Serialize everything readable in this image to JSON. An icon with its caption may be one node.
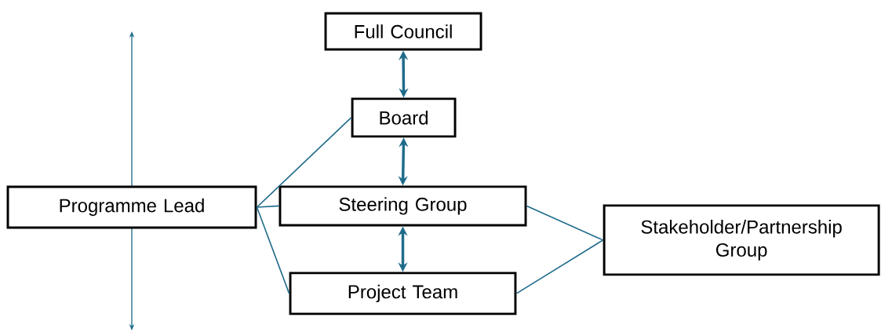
{
  "diagram": {
    "nodes": [
      {
        "text": [
          "Full Council"
        ]
      },
      {
        "text": [
          "Board"
        ]
      },
      {
        "text": [
          "Programme Lead"
        ]
      },
      {
        "text": [
          "Steering Group"
        ]
      },
      {
        "text": [
          "Stakeholder/Partnership Group"
        ]
      },
      {
        "text": [
          "Project Team"
        ]
      }
    ],
    "edges": [
      {
        "from": 0,
        "to": 1,
        "arrow": "both",
        "style": "thick"
      },
      {
        "from": 1,
        "to": 3,
        "arrow": "both",
        "style": "thick"
      },
      {
        "from": 3,
        "to": 5,
        "arrow": "both",
        "style": "thick"
      },
      {
        "from": 2,
        "to": 1,
        "arrow": "none"
      },
      {
        "from": 2,
        "to": 3,
        "arrow": "none"
      },
      {
        "from": 2,
        "to": 5,
        "arrow": "none"
      },
      {
        "from": 3,
        "to": 4,
        "arrow": "none"
      },
      {
        "from": 5,
        "to": 4,
        "arrow": "none"
      }
    ]
  }
}
